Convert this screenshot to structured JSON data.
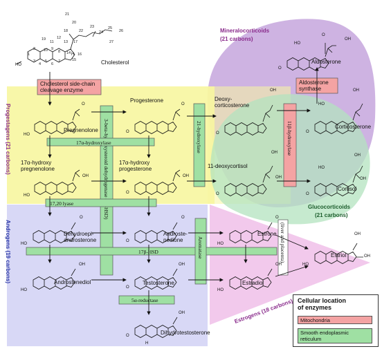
{
  "colors": {
    "mitochondria": "#f4a3a3",
    "smooth_er": "#9fe0a3",
    "progestagens_region": "#f7f6a0",
    "androgens_region": "#d8d8f6",
    "estrogens_region": "#f2c9ec",
    "mineralocorticoids_region": "#c6a6dd",
    "glucocorticoids_region": "#b3e3bf",
    "class_text": "#8a2c8c"
  },
  "classes": {
    "mineralocorticoids": "Mineralocorticoids",
    "mineralocorticoids_carbons": "(21 carbons)",
    "glucocorticoids": "Glucocorticoids",
    "glucocorticoids_carbons": "(21 carbons)",
    "progestagens": "Progestagens (21 carbons)",
    "androgens": "Androgens (19 carbons)",
    "estrogens": "Estrogens (18 carbons)"
  },
  "compounds": {
    "cholesterol": "Cholesterol",
    "pregnenolone": "Pregnenolone",
    "progesterone": "Progesterone",
    "deoxycorticosterone_1": "Deoxy-",
    "deoxycorticosterone_2": "corticosterone",
    "corticosterone": "Corticosterone",
    "aldosterone": "Aldosterone",
    "hydroxypregnenolone_1": "17α-hydroxy",
    "hydroxypregnenolone_2": "pregnenolone",
    "hydroxyprogesterone_1": "17α-hydroxy",
    "hydroxyprogesterone_2": "progesterone",
    "deoxycortisol": "11-deoxycortisol",
    "cortisol": "Cortisol",
    "dhea_1": "Dehydroepi-",
    "dhea_2": "androsterone",
    "androstenedione_1": "Androste-",
    "androstenedione_2": "nedione",
    "estrone": "Estrone",
    "estriol": "Estriol",
    "androstenediol": "Androstenediol",
    "testosterone": "Testosterone",
    "estradiol": "Estradiol",
    "dht": "Dihydrotestosterone"
  },
  "enzymes": {
    "scc_1": "Cholesterol side-chain",
    "scc_2": "cleavage enzyme",
    "hydroxylase17a": "17α-hydroxylase",
    "lyase1720": "17,20 lyase",
    "hsd3b": "3-beta-hydroxysteroid dehydrogenase (3β-HSD)",
    "hydroxylase21": "21-hydroxylase",
    "hydroxylase11b": "11β-hydroxylase",
    "aldosterone_synthase_1": "Aldosterone",
    "aldosterone_synthase_2": "synthase",
    "hsd17b": "17β-HSD",
    "aromatase": "Aromatase",
    "reductase5a": "5α-reductase",
    "liver_placenta": "(liver and placenta)"
  },
  "atoms": {
    "oxygen": "O",
    "hydroxyl": "OH",
    "ho": "HO",
    "hydrogen": "H"
  },
  "carbon_numbers": [
    "1",
    "2",
    "3",
    "4",
    "5",
    "6",
    "7",
    "8",
    "9",
    "10",
    "11",
    "12",
    "13",
    "14",
    "15",
    "16",
    "17",
    "18",
    "19",
    "20",
    "21",
    "22",
    "23",
    "24",
    "25",
    "26",
    "27"
  ],
  "legend": {
    "title_1": "Cellular location",
    "title_2": "of enzymes",
    "mitochondria": "Mitochondria",
    "smooth_er_1": "Smooth endoplasmic",
    "smooth_er_2": "reticulum"
  }
}
